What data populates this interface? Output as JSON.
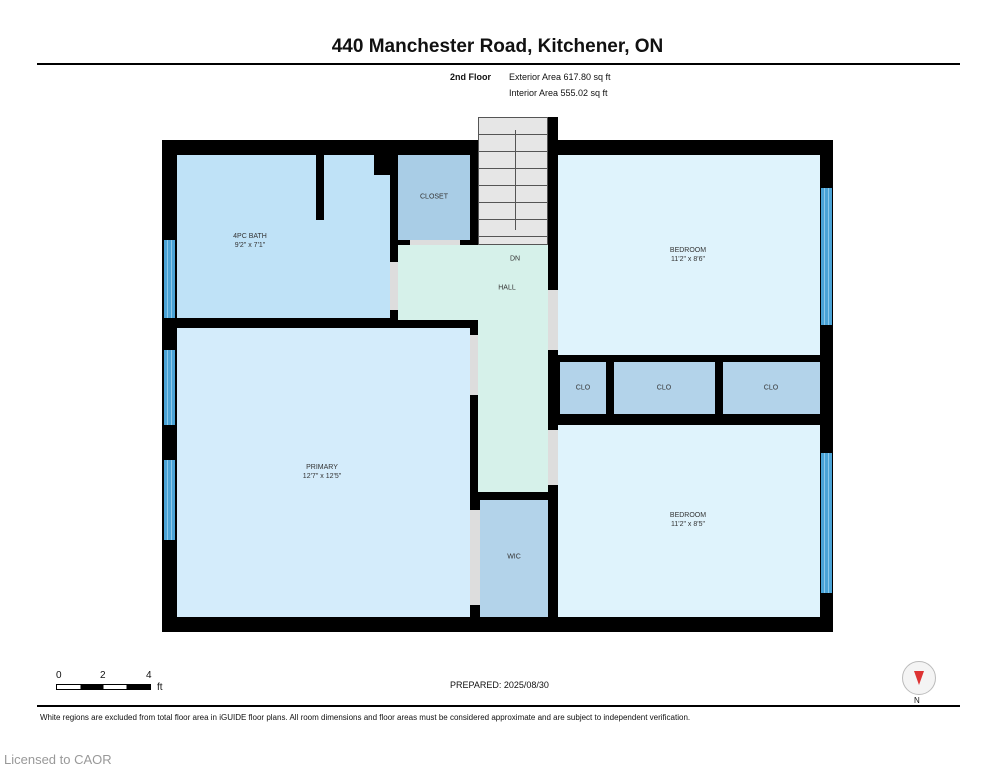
{
  "title": "440 Manchester Road, Kitchener, ON",
  "floor": {
    "name": "2nd Floor",
    "exterior": "Exterior Area 617.80 sq ft",
    "interior": "Interior Area 555.02 sq ft"
  },
  "rooms": {
    "bath": {
      "name": "4PC BATH",
      "dim": "9'2\" x 7'1\""
    },
    "closet": {
      "name": "CLOSET"
    },
    "hall": {
      "name": "HALL",
      "dn": "DN"
    },
    "bed1": {
      "name": "BEDROOM",
      "dim": "11'2\" x 8'6\""
    },
    "clo1": {
      "name": "CLO"
    },
    "clo2": {
      "name": "CLO"
    },
    "clo3": {
      "name": "CLO"
    },
    "bed2": {
      "name": "BEDROOM",
      "dim": "11'2\" x 8'5\""
    },
    "primary": {
      "name": "PRIMARY",
      "dim": "12'7\" x 12'5\""
    },
    "wic": {
      "name": "WIC"
    }
  },
  "scale": {
    "t0": "0",
    "t2": "2",
    "t4": "4",
    "unit": "ft"
  },
  "prepared": "PREPARED: 2025/08/30",
  "compass": "N",
  "disclaimer": "White regions are excluded from total floor area in iGUIDE floor plans. All room dimensions and floor areas must be considered approximate and are subject to independent verification.",
  "license": "Licensed to CAOR",
  "colors": {
    "bath": "#bfe2f7",
    "closet": "#a9cde6",
    "hall": "#d6f1ea",
    "bed": "#dff3fc",
    "clo": "#b3d3ea",
    "primary": "#d4ecfb"
  }
}
